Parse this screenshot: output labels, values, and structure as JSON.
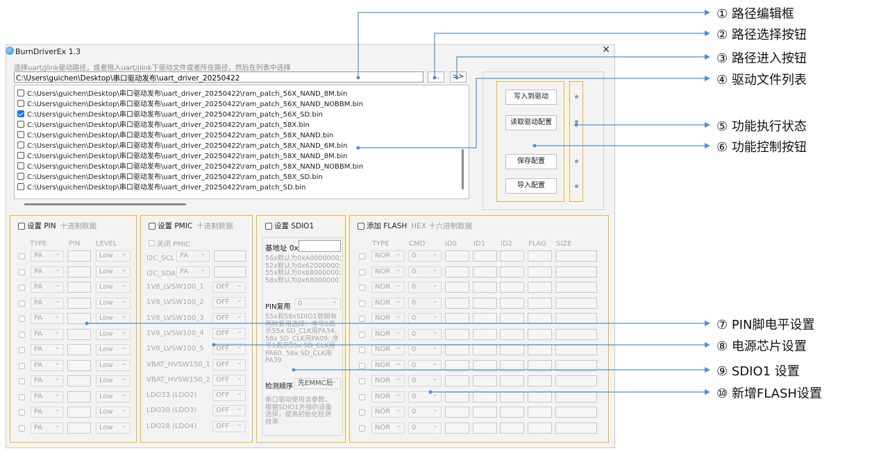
{
  "window": {
    "title": "BurnDriverEx 1.3",
    "close_glyph": "✕"
  },
  "hint": "选择uart/jlink驱动路径，或者拖入uart/jlink下驱动文件或者所在路径，然后在列表中选择",
  "path": {
    "value": "C:\\Users\\guichen\\Desktop\\串口驱动发布\\uart_driver_20250422",
    "browse_label": "...",
    "enter_label": ">>"
  },
  "files": [
    {
      "name": "C:\\Users\\guichen\\Desktop\\串口驱动发布\\uart_driver_20250422\\ram_patch_56X_NAND_8M.bin",
      "checked": false
    },
    {
      "name": "C:\\Users\\guichen\\Desktop\\串口驱动发布\\uart_driver_20250422\\ram_patch_56X_NAND_NOBBM.bin",
      "checked": false
    },
    {
      "name": "C:\\Users\\guichen\\Desktop\\串口驱动发布\\uart_driver_20250422\\ram_patch_56X_SD.bin",
      "checked": true
    },
    {
      "name": "C:\\Users\\guichen\\Desktop\\串口驱动发布\\uart_driver_20250422\\ram_patch_58X.bin",
      "checked": false
    },
    {
      "name": "C:\\Users\\guichen\\Desktop\\串口驱动发布\\uart_driver_20250422\\ram_patch_58X_NAND.bin",
      "checked": false
    },
    {
      "name": "C:\\Users\\guichen\\Desktop\\串口驱动发布\\uart_driver_20250422\\ram_patch_58X_NAND_6M.bin",
      "checked": false
    },
    {
      "name": "C:\\Users\\guichen\\Desktop\\串口驱动发布\\uart_driver_20250422\\ram_patch_58X_NAND_8M.bin",
      "checked": false
    },
    {
      "name": "C:\\Users\\guichen\\Desktop\\串口驱动发布\\uart_driver_20250422\\ram_patch_58X_NAND_NOBBM.bin",
      "checked": false
    },
    {
      "name": "C:\\Users\\guichen\\Desktop\\串口驱动发布\\uart_driver_20250422\\ram_patch_58X_SD.bin",
      "checked": false
    },
    {
      "name": "C:\\Users\\guichen\\Desktop\\串口驱动发布\\uart_driver_20250422\\ram_patch_SD.bin",
      "checked": false
    }
  ],
  "buttons": {
    "write": "写入到驱动",
    "read": "读取驱动配置",
    "save": "保存配置",
    "import": "导入配置"
  },
  "pin": {
    "title": "设置 PIN",
    "subtitle": "十进制数据",
    "headers": [
      "TYPE",
      "PIN",
      "LEVEL"
    ],
    "row_type": "PA",
    "row_level": "Low",
    "row_count": 12
  },
  "pmic": {
    "title": "设置 PMIC",
    "subtitle": "十进制数据",
    "close_label": "关闭 PMIC",
    "i2c_scl": "I2C_SCL",
    "i2c_sda": "I2C_SDA",
    "i2c_value": "PA",
    "rails": [
      {
        "name": "1V8_LVSW100_1",
        "value": "OFF"
      },
      {
        "name": "1V8_LVSW100_2",
        "value": "OFF"
      },
      {
        "name": "1V8_LVSW100_3",
        "value": "OFF"
      },
      {
        "name": "1V8_LVSW100_4",
        "value": "OFF"
      },
      {
        "name": "1V8_LVSW100_5",
        "value": "OFF"
      },
      {
        "name": "VBAT_HVSW150_1",
        "value": "OFF"
      },
      {
        "name": "VBAT_HVSW150_2",
        "value": "OFF"
      },
      {
        "name": "LDO33 (LDO2)",
        "value": "OFF"
      },
      {
        "name": "LDO30 (LDO3)",
        "value": "OFF"
      },
      {
        "name": "LDO28 (LDO4)",
        "value": "OFF"
      }
    ]
  },
  "sdio": {
    "title": "设置 SDIO1",
    "base_label": "基地址 0x",
    "base_note": "56x默认为0xA0000000;\n52x默认为0x62000000;\n55x默认为0x68000000;\n58x默认为0x68000000",
    "pin_mux_label": "PIN复用",
    "pin_mux_value": "0",
    "pin_note": "55x和58xSDIO1管脚有\n两种复用选择：序号0表\n示55x SD_CLK用PA34,\n58x SD_CLK用PA09; 序\n号1表示55x SD_CLK用\nPA60, 58x SD_CLK用\nPA39",
    "order_label": "检测顺序",
    "order_value": "先EMMC后",
    "order_note": "串口驱动使用该参数，\n根据SDIO1外接的设备\n选择，提高初始化检测\n效率"
  },
  "flash": {
    "title": "添加 FLASH",
    "subtitle": "HEX 十六进制数据",
    "headers": [
      "TYPE",
      "CMD",
      "ID0",
      "ID1",
      "ID2",
      "FLAG",
      "SIZE"
    ],
    "row_type": "NOR",
    "row_cmd": "0",
    "row_count": 12
  },
  "annotations": [
    "① 路径编辑框",
    "② 路径选择按钮",
    "③ 路径进入按钮",
    "④ 驱动文件列表",
    "⑤ 功能执行状态",
    "⑥ 功能控制按钮",
    "⑦ PIN脚电平设置",
    "⑧ 电源芯片设置",
    "⑨ SDIO1 设置",
    "⑩ 新增FLASH设置"
  ],
  "colors": {
    "accent": "#1a73e8",
    "frame": "#f3b41b",
    "callout": "#4a90d9"
  }
}
